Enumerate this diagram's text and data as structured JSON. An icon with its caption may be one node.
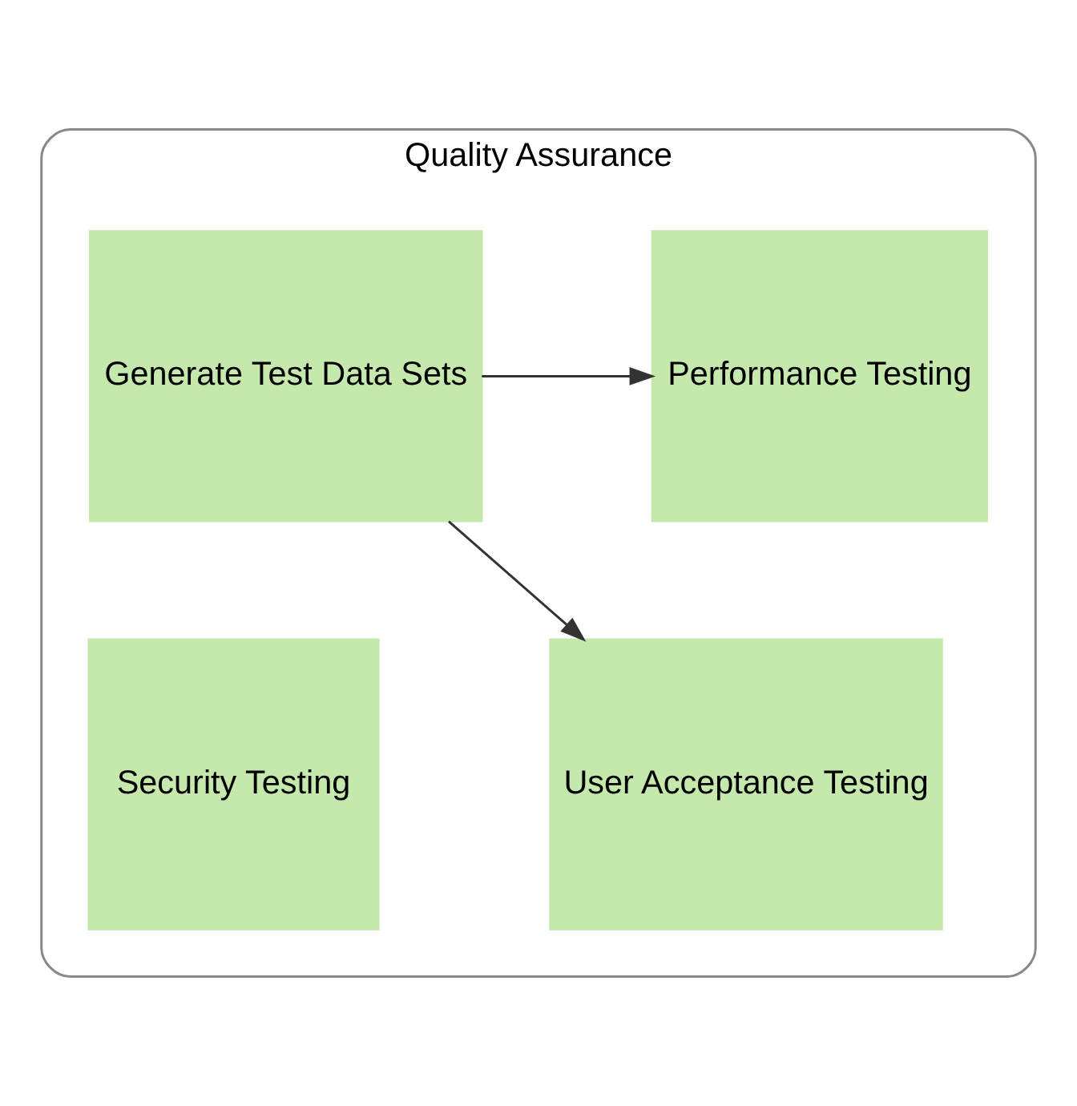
{
  "diagram": {
    "nodes": [
      {
        "text": [
          "Quality Assurance"
        ]
      },
      {
        "text": [
          "Generate Test Data Sets"
        ],
        "in": 0
      },
      {
        "text": [
          "Performance Testing"
        ],
        "in": 0
      },
      {
        "text": [
          "User Acceptance Testing"
        ],
        "in": 0
      },
      {
        "text": [
          "Security Testing"
        ],
        "in": 0
      }
    ],
    "edges": [
      {
        "from": 1,
        "to": 2,
        "arrow": "to"
      },
      {
        "from": 1,
        "to": 3,
        "arrow": "to"
      }
    ]
  }
}
